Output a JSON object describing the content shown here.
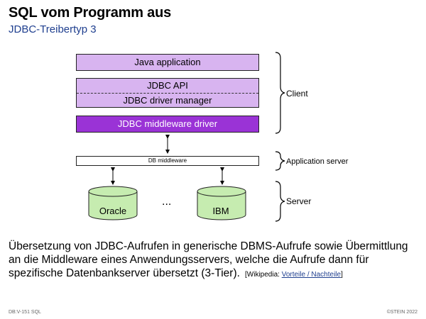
{
  "header": {
    "title": "SQL vom Programm aus",
    "subtitle": "JDBC-Treibertyp 3"
  },
  "diagram": {
    "java_application": "Java application",
    "jdbc_api": "JDBC API",
    "jdbc_driver_manager": "JDBC driver manager",
    "jdbc_middleware_driver": "JDBC middleware driver",
    "db_middleware": "DB middleware",
    "oracle": "Oracle",
    "ibm": "IBM",
    "ellipsis": "...",
    "labels": {
      "client": "Client",
      "application_server": "Application server",
      "server": "Server"
    },
    "colors": {
      "light_box": "#d8b4f0",
      "dark_box": "#9a33d6",
      "cylinder": "#c6ecb0"
    }
  },
  "description": {
    "text": "Übersetzung von JDBC-Aufrufen in generische DBMS-Aufrufe sowie Übermittlung an die Middleware eines Anwendungsservers, welche die Aufrufe dann für spezifische Datenbankserver übersetzt (3-Tier).",
    "cite_prefix": "[Wikipedia:",
    "cite_link": "Vorteile / Nachteile",
    "cite_suffix": "]"
  },
  "footer": {
    "left": "DB:V-151   SQL",
    "right": "©STEIN 2022"
  }
}
